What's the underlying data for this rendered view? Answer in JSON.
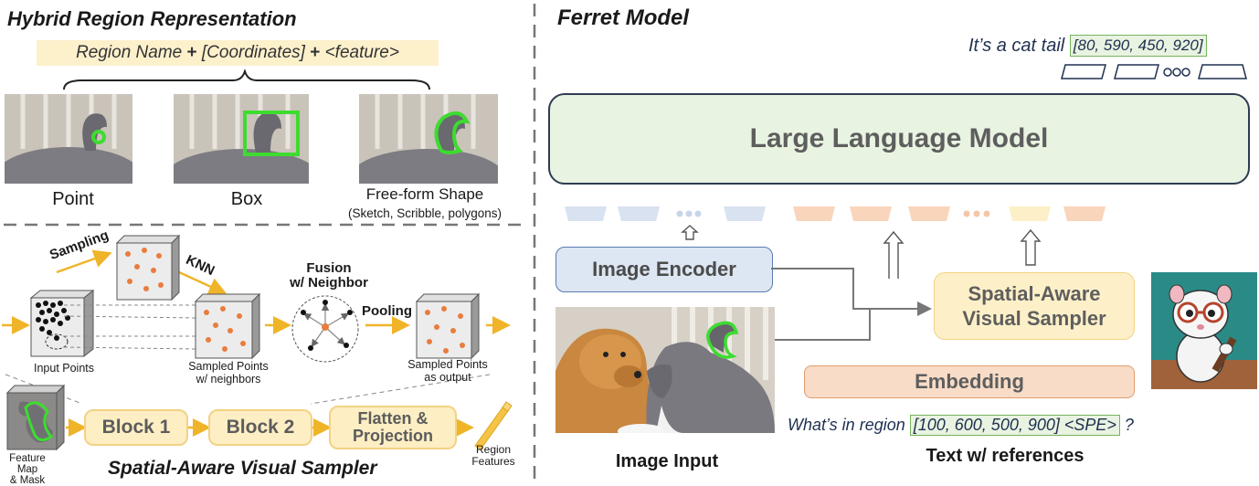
{
  "left": {
    "hybrid_title": "Hybrid Region Representation",
    "formula": {
      "part1": "Region Name ",
      "plus1": "+",
      "part2": " [Coordinates] ",
      "plus2": "+",
      "part3": " <feature>"
    },
    "examples": [
      {
        "label": "Point"
      },
      {
        "label": "Box"
      },
      {
        "label": "Free-form Shape",
        "sublabel": "(Sketch, Scribble, polygons)"
      }
    ],
    "sampler": {
      "sampling": "Sampling",
      "knn": "KNN",
      "fusion": "Fusion\nw/ Neighbor",
      "pooling": "Pooling",
      "input_points": "Input Points",
      "sampled_points": "Sampled Points\nw/ neighbors",
      "sampled_output": "Sampled Points\nas output",
      "feature_map": "Feature Map\n& Mask",
      "block1": "Block 1",
      "block2": "Block 2",
      "flatten": "Flatten &\nProjection",
      "region_features": "Region\nFeatures",
      "title": "Spatial-Aware Visual Sampler"
    }
  },
  "right": {
    "title": "Ferret Model",
    "output_text": "It’s a cat tail ",
    "output_coords": "[80, 590, 450, 920]",
    "llm": "Large Language Model",
    "image_encoder": "Image Encoder",
    "spatial_sampler": "Spatial-Aware\nVisual Sampler",
    "embedding": "Embedding",
    "question_text": "What’s in region ",
    "question_coords": "[100, 600, 500, 900] <SPE>",
    "question_tail": " ?",
    "image_input": "Image Input",
    "text_refs": "Text w/ references"
  },
  "colors": {
    "green_box": "#e9f3e1",
    "blue_box": "#dde6f3",
    "orange_box": "#f8dcc7",
    "yellow_box": "#fdeec4",
    "region_green": "#3ddc2f",
    "arrow_yellow": "#f0b429"
  }
}
